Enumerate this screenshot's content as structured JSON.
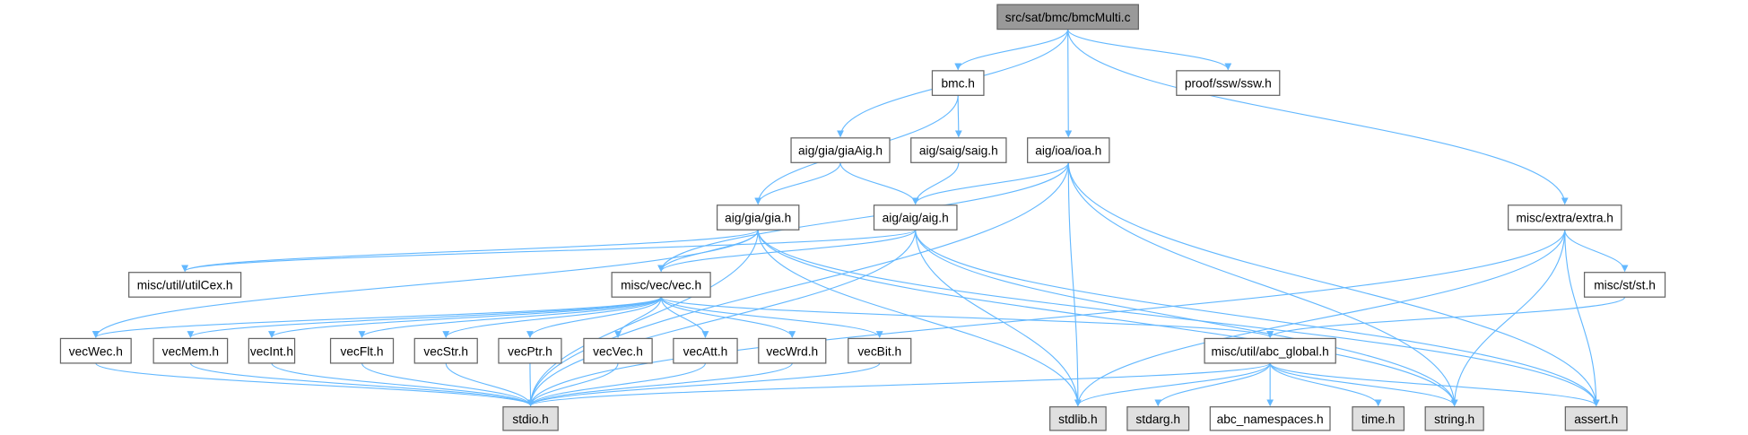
{
  "colors": {
    "edge": "#63b8ff",
    "root_fill": "#999999",
    "system_fill": "#e0e0e0",
    "local_fill": "#ffffff",
    "border": "#666666"
  },
  "nodes": [
    {
      "id": "root",
      "label": "src/sat/bmc/bmcMulti.c",
      "kind": "root"
    },
    {
      "id": "bmc",
      "label": "bmc.h",
      "kind": "local"
    },
    {
      "id": "ssw",
      "label": "proof/ssw/ssw.h",
      "kind": "local"
    },
    {
      "id": "giaAig",
      "label": "aig/gia/giaAig.h",
      "kind": "local"
    },
    {
      "id": "saig",
      "label": "aig/saig/saig.h",
      "kind": "local"
    },
    {
      "id": "ioa",
      "label": "aig/ioa/ioa.h",
      "kind": "local"
    },
    {
      "id": "gia",
      "label": "aig/gia/gia.h",
      "kind": "local"
    },
    {
      "id": "aig",
      "label": "aig/aig/aig.h",
      "kind": "local"
    },
    {
      "id": "extra",
      "label": "misc/extra/extra.h",
      "kind": "local"
    },
    {
      "id": "utilCex",
      "label": "misc/util/utilCex.h",
      "kind": "local"
    },
    {
      "id": "vec",
      "label": "misc/vec/vec.h",
      "kind": "local"
    },
    {
      "id": "st",
      "label": "misc/st/st.h",
      "kind": "local"
    },
    {
      "id": "vecWec",
      "label": "vecWec.h",
      "kind": "local"
    },
    {
      "id": "vecMem",
      "label": "vecMem.h",
      "kind": "local"
    },
    {
      "id": "vecInt",
      "label": "vecInt.h",
      "kind": "local"
    },
    {
      "id": "vecFlt",
      "label": "vecFlt.h",
      "kind": "local"
    },
    {
      "id": "vecStr",
      "label": "vecStr.h",
      "kind": "local"
    },
    {
      "id": "vecPtr",
      "label": "vecPtr.h",
      "kind": "local"
    },
    {
      "id": "vecVec",
      "label": "vecVec.h",
      "kind": "local"
    },
    {
      "id": "vecAtt",
      "label": "vecAtt.h",
      "kind": "local"
    },
    {
      "id": "vecWrd",
      "label": "vecWrd.h",
      "kind": "local"
    },
    {
      "id": "vecBit",
      "label": "vecBit.h",
      "kind": "local"
    },
    {
      "id": "abcGlobal",
      "label": "misc/util/abc_global.h",
      "kind": "local"
    },
    {
      "id": "stdio",
      "label": "stdio.h",
      "kind": "system"
    },
    {
      "id": "stdlib",
      "label": "stdlib.h",
      "kind": "system"
    },
    {
      "id": "stdarg",
      "label": "stdarg.h",
      "kind": "system"
    },
    {
      "id": "abcNs",
      "label": "abc_namespaces.h",
      "kind": "local"
    },
    {
      "id": "time",
      "label": "time.h",
      "kind": "system"
    },
    {
      "id": "string",
      "label": "string.h",
      "kind": "system"
    },
    {
      "id": "assert",
      "label": "assert.h",
      "kind": "system"
    }
  ],
  "edges": [
    [
      "root",
      "bmc"
    ],
    [
      "root",
      "giaAig"
    ],
    [
      "root",
      "ioa"
    ],
    [
      "root",
      "extra"
    ],
    [
      "root",
      "ssw"
    ],
    [
      "bmc",
      "gia"
    ],
    [
      "bmc",
      "saig"
    ],
    [
      "giaAig",
      "gia"
    ],
    [
      "giaAig",
      "aig"
    ],
    [
      "saig",
      "aig"
    ],
    [
      "ioa",
      "aig"
    ],
    [
      "ioa",
      "vec"
    ],
    [
      "ioa",
      "stdio"
    ],
    [
      "ioa",
      "stdlib"
    ],
    [
      "ioa",
      "string"
    ],
    [
      "ioa",
      "assert"
    ],
    [
      "gia",
      "utilCex"
    ],
    [
      "gia",
      "vec"
    ],
    [
      "gia",
      "vecWec"
    ],
    [
      "gia",
      "stdio"
    ],
    [
      "gia",
      "stdlib"
    ],
    [
      "gia",
      "string"
    ],
    [
      "gia",
      "assert"
    ],
    [
      "aig",
      "utilCex"
    ],
    [
      "aig",
      "vec"
    ],
    [
      "aig",
      "stdio"
    ],
    [
      "aig",
      "stdlib"
    ],
    [
      "aig",
      "string"
    ],
    [
      "aig",
      "assert"
    ],
    [
      "extra",
      "st"
    ],
    [
      "extra",
      "stdio"
    ],
    [
      "extra",
      "stdlib"
    ],
    [
      "extra",
      "string"
    ],
    [
      "extra",
      "assert"
    ],
    [
      "vec",
      "vecWec"
    ],
    [
      "vec",
      "vecMem"
    ],
    [
      "vec",
      "vecInt"
    ],
    [
      "vec",
      "vecFlt"
    ],
    [
      "vec",
      "vecStr"
    ],
    [
      "vec",
      "vecPtr"
    ],
    [
      "vec",
      "vecVec"
    ],
    [
      "vec",
      "vecAtt"
    ],
    [
      "vec",
      "vecWrd"
    ],
    [
      "vec",
      "vecBit"
    ],
    [
      "vec",
      "abcGlobal"
    ],
    [
      "vecWec",
      "stdio"
    ],
    [
      "vecMem",
      "stdio"
    ],
    [
      "vecInt",
      "stdio"
    ],
    [
      "vecFlt",
      "stdio"
    ],
    [
      "vecStr",
      "stdio"
    ],
    [
      "vecPtr",
      "stdio"
    ],
    [
      "vecVec",
      "stdio"
    ],
    [
      "vecAtt",
      "stdio"
    ],
    [
      "vecWrd",
      "stdio"
    ],
    [
      "vecBit",
      "stdio"
    ],
    [
      "st",
      "abcGlobal"
    ],
    [
      "abcGlobal",
      "stdio"
    ],
    [
      "abcGlobal",
      "stdlib"
    ],
    [
      "abcGlobal",
      "stdarg"
    ],
    [
      "abcGlobal",
      "abcNs"
    ],
    [
      "abcGlobal",
      "time"
    ],
    [
      "abcGlobal",
      "string"
    ],
    [
      "abcGlobal",
      "assert"
    ]
  ]
}
